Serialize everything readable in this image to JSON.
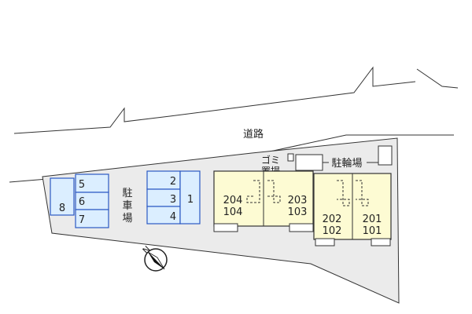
{
  "road_label": "道路",
  "parking_label": [
    "駐",
    "車",
    "場"
  ],
  "garbage_label": [
    "ゴミ",
    "置場"
  ],
  "bicycle_label": "駐輪場",
  "compass_label": "N",
  "parking_spaces": [
    "8",
    "5",
    "6",
    "7",
    "2",
    "3",
    "4",
    "1"
  ],
  "units": [
    {
      "upper": "204",
      "lower": "104"
    },
    {
      "upper": "203",
      "lower": "103"
    },
    {
      "upper": "202",
      "lower": "102"
    },
    {
      "upper": "201",
      "lower": "101"
    }
  ]
}
